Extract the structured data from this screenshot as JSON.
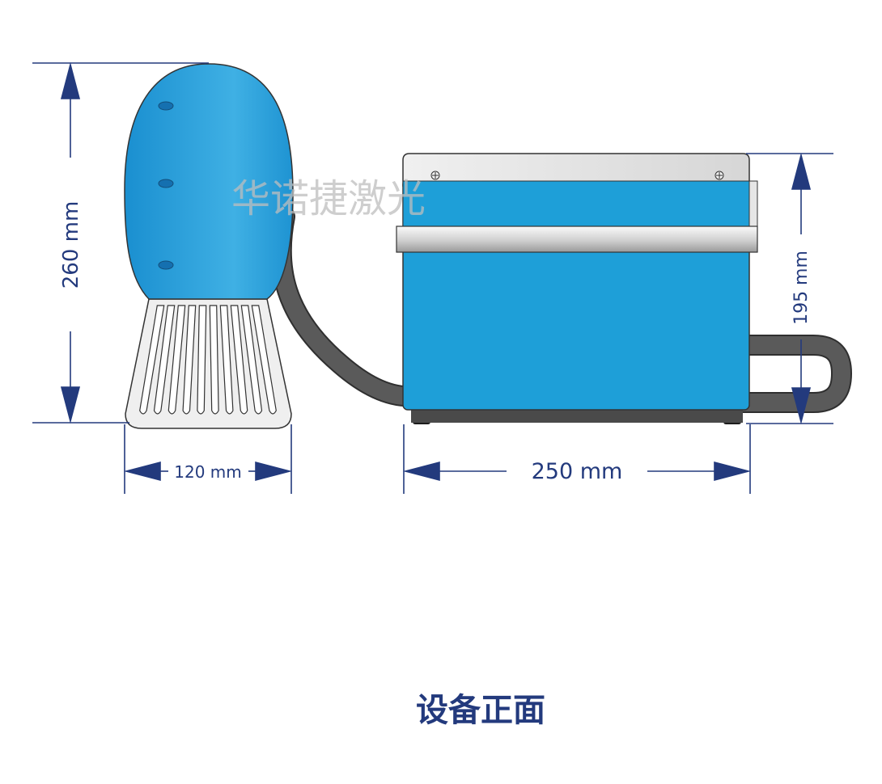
{
  "dimensions": {
    "head_height": "260 mm",
    "head_width": "120 mm",
    "box_width": "250 mm",
    "box_height": "195 mm"
  },
  "watermark": "华诺捷激光",
  "caption": "设备正面",
  "colors": {
    "device_blue": "#1e9fd8",
    "dimension_navy": "#233a7d",
    "cable_gray": "#555555",
    "metal_silver": "#d9d9d9",
    "watermark_gray": "#bdbdbd"
  }
}
